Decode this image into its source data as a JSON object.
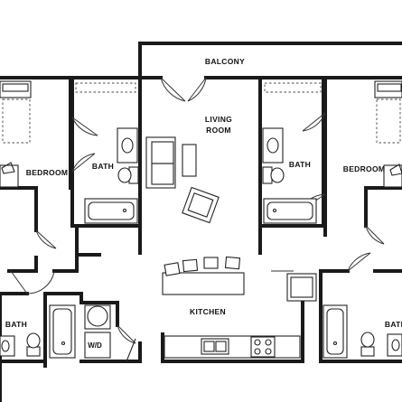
{
  "rooms": {
    "balcony": "BALCONY",
    "living_line1": "LIVING",
    "living_line2": "ROOM",
    "bedroom_left": "BEDROOM",
    "bedroom_right": "BEDROOM",
    "bath_left_upper": "BATH",
    "bath_right_upper": "BATH",
    "bath_left_lower": "BATH",
    "bath_right_lower": "BATH",
    "kitchen": "KITCHEN",
    "laundry": "W/D"
  }
}
